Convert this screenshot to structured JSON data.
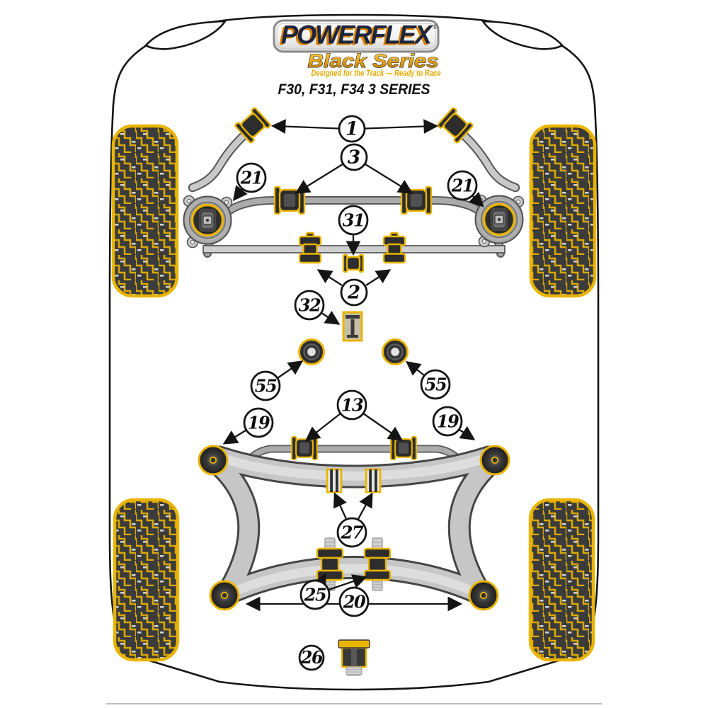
{
  "brand": {
    "name": "POWERFLEX",
    "registered": "®",
    "series": "Black Series",
    "tagline": "Designed for the Track — Ready to Race",
    "model_line": "F30, F31, F34 3 SERIES"
  },
  "colors": {
    "accent_yellow": "#E9B400",
    "tread_yellow": "#D9A800",
    "bushing_dark": "#2D2D2D",
    "metal_gray": "#C6C6C6",
    "outline_black": "#141414",
    "logo_navy": "#1B2540",
    "logo_orange": "#D98200",
    "gold_text": "#E8A900"
  },
  "callouts": [
    {
      "label": "1"
    },
    {
      "label": "3"
    },
    {
      "label": "21"
    },
    {
      "label": "21"
    },
    {
      "label": "31"
    },
    {
      "label": "2"
    },
    {
      "label": "32"
    },
    {
      "label": "55"
    },
    {
      "label": "55"
    },
    {
      "label": "13"
    },
    {
      "label": "19"
    },
    {
      "label": "19"
    },
    {
      "label": "27"
    },
    {
      "label": "25"
    },
    {
      "label": "20"
    },
    {
      "label": "26"
    }
  ]
}
